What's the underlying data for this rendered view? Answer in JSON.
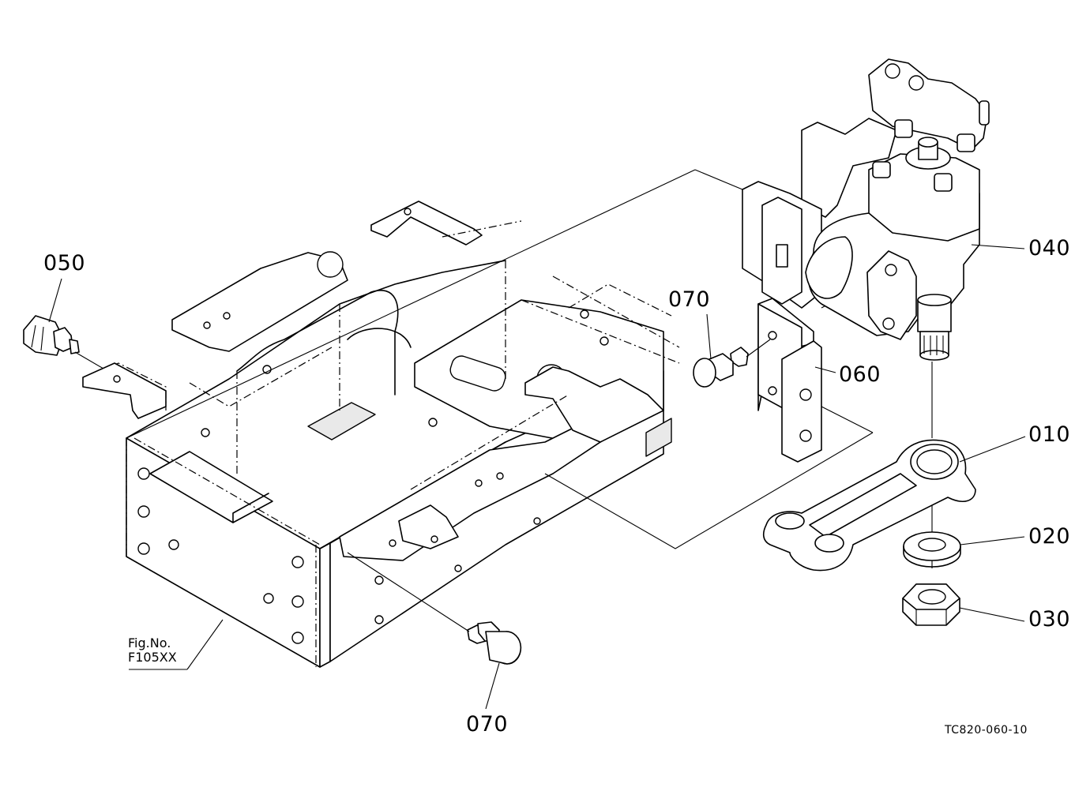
{
  "callouts": {
    "p010": "010",
    "p020": "020",
    "p030": "030",
    "p040": "040",
    "p050": "050",
    "p060": "060",
    "p070_upper": "070",
    "p070_lower": "070"
  },
  "figure_ref": {
    "line1": "Fig.No.",
    "line2": "F105XX"
  },
  "drawing_code": "TC820-060-10"
}
